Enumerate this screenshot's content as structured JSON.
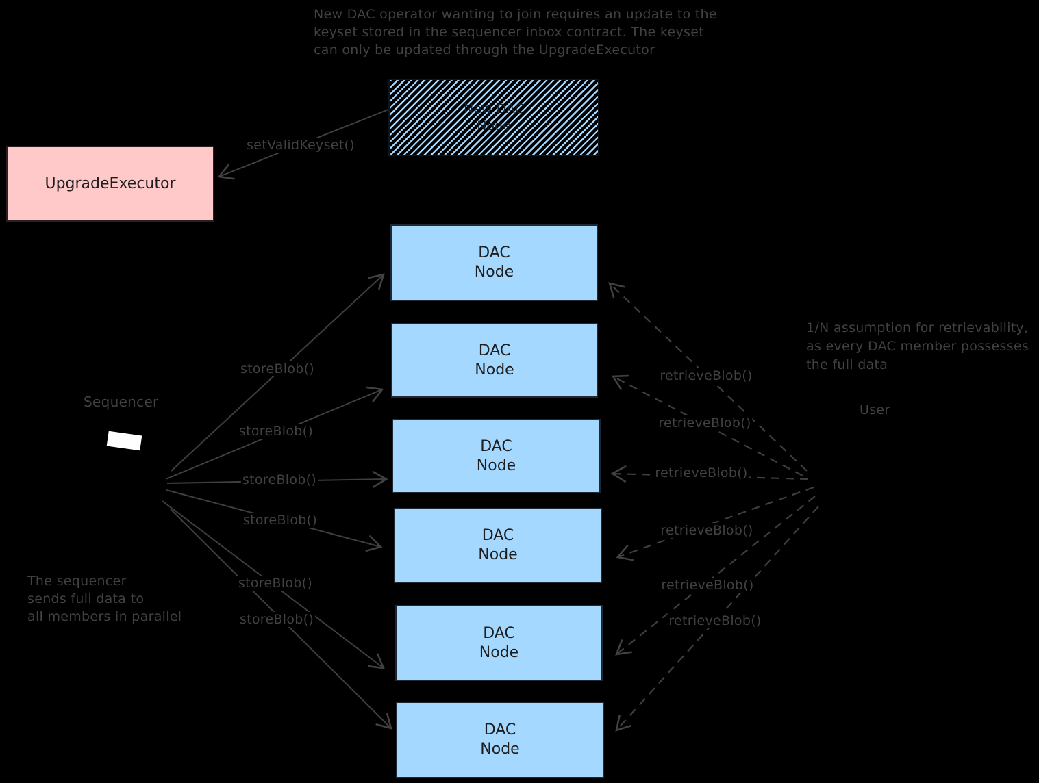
{
  "diagram": {
    "background": "#000000",
    "ink_color": "#414141",
    "notes": {
      "top_note": "New DAC operator wanting to join requires an update to the\nkeyset stored in the sequencer inbox contract. The keyset\ncan only be updated through the UpgradeExecutor",
      "right_note": "1/N assumption for retrievability,\nas every DAC member possesses\nthe full data",
      "bottom_left_note": "The sequencer\nsends full data to\nall members in parallel"
    },
    "actors": {
      "sequencer_label": "Sequencer",
      "user_label": "User"
    },
    "boxes": {
      "upgrade_executor": {
        "label": "UpgradeExecutor",
        "fill": "#ffc9c9"
      },
      "new_dac_node": {
        "label": "New DAC\nNode",
        "fill_style": "hatched",
        "hatch_color": "#a5d8ff"
      },
      "dac_node_fill": "#a5d8ff",
      "dac_nodes": [
        {
          "label": "DAC\nNode"
        },
        {
          "label": "DAC\nNode"
        },
        {
          "label": "DAC\nNode"
        },
        {
          "label": "DAC\nNode"
        },
        {
          "label": "DAC\nNode"
        },
        {
          "label": "DAC\nNode"
        }
      ]
    },
    "edge_labels": {
      "set_valid_keyset": "setValidKeyset()",
      "store_blob": [
        "storeBlob()",
        "storeBlob()",
        "storeBlob()",
        "storeBlob()",
        "storeBlob()",
        "storeBlob()"
      ],
      "retrieve_blob": [
        "retrieveBlob()",
        "retrieveBlob()",
        "retrieveBlob()",
        "retrieveBlob()",
        "retrieveBlob()",
        "retrieveBlob()"
      ]
    }
  }
}
